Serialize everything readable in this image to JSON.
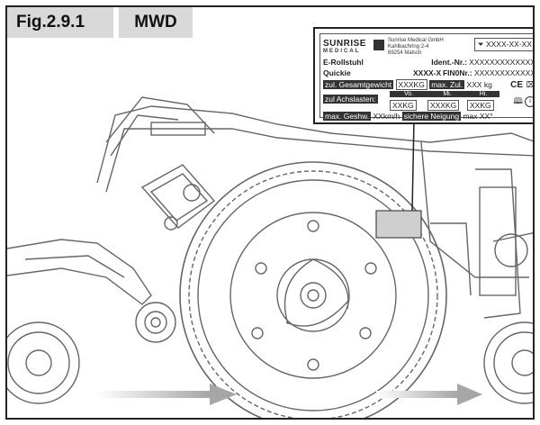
{
  "figure": {
    "number": "Fig.2.9.1",
    "variant": "MWD"
  },
  "type_plate": {
    "brand": "SUNRISE",
    "brand_sub": "MEDICAL",
    "company": [
      "Sunrise Medical GmbH",
      "Kahlbachring 2-4",
      "69254 Malsch"
    ],
    "date_code": "XXXX-XX-XX",
    "product_type": "E-Rollstuhl",
    "ident_label": "Ident.-Nr.:",
    "ident_value": "XXXXXXXXXXXXX",
    "model": "Quickie",
    "model_code": "XXXX-X",
    "fin_label": "FIN0Nr.:",
    "fin_value": "XXXXXXXXXXXX",
    "total_weight_label": "zul. Gesamtgewicht",
    "total_weight_value": "XXXKG",
    "max_load_label": "max. Zul.",
    "max_load_value": "XXX kg",
    "ce_mark": "CE",
    "axle_label": "zul Achslasten:",
    "axle_front_label": "Vo.",
    "axle_mid_label": "Mi.",
    "axle_rear_label": "Hi.",
    "axle_front_value": "XXKG",
    "axle_mid_value": "XXXKG",
    "axle_rear_value": "XXKG",
    "speed_label": "max. Geshw.",
    "speed_value": "XXkm/h",
    "slope_label": "sichere Neigung",
    "slope_value": "max XX°"
  },
  "colors": {
    "tag_fill": "#d9d9d9",
    "line": "#555555",
    "plate_highlight": "#cfcfcf",
    "arrow": "#aaaaaa"
  }
}
